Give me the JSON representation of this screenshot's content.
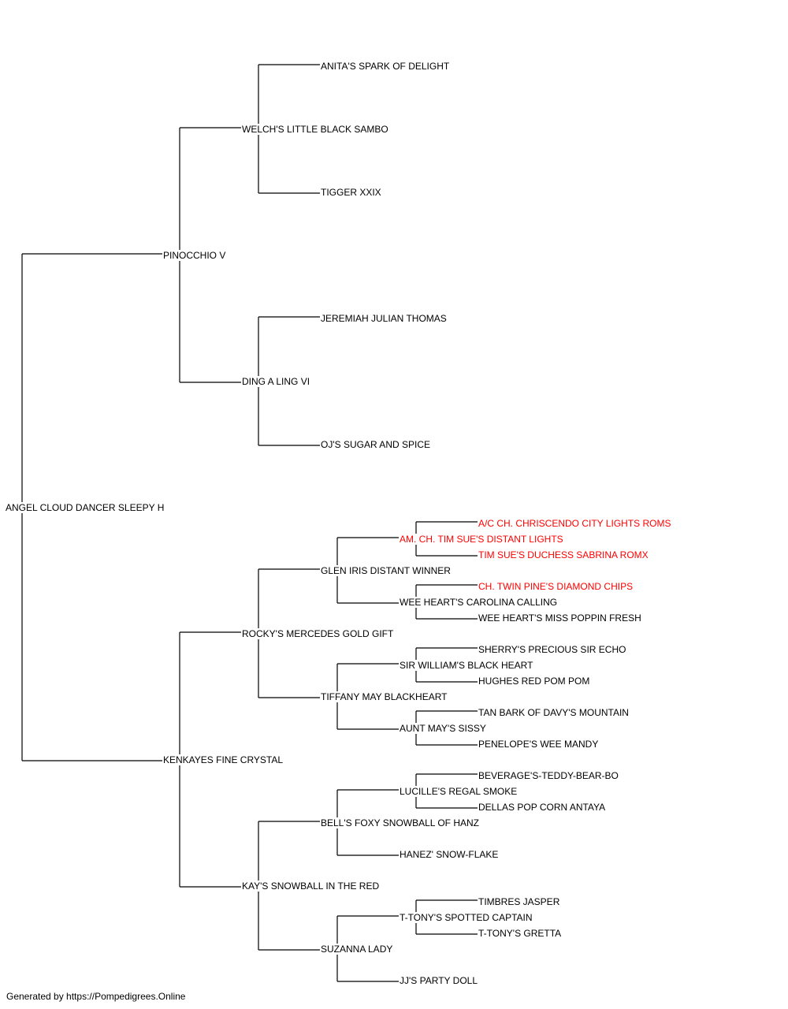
{
  "pedigree": {
    "subject": "ANGEL CLOUD DANCER SLEEPY H",
    "sire": {
      "name": "PINOCCHIO V",
      "sire": {
        "name": "WELCH'S LITTLE BLACK SAMBO",
        "sire": "ANITA'S SPARK OF DELIGHT",
        "dam": "TIGGER XXIX"
      },
      "dam": {
        "name": "DING A LING VI",
        "sire": "JEREMIAH JULIAN THOMAS",
        "dam": "OJ'S SUGAR AND SPICE"
      }
    },
    "dam": {
      "name": "KENKAYES FINE CRYSTAL",
      "sire": {
        "name": "ROCKY'S MERCEDES GOLD GIFT",
        "sire": {
          "name": "GLEN IRIS DISTANT WINNER",
          "sire": {
            "name": "AM. CH. TIM SUE'S DISTANT LIGHTS",
            "sire": "A/C CH. CHRISCENDO CITY LIGHTS ROMS",
            "dam": "TIM SUE'S DUCHESS SABRINA ROMX"
          },
          "dam": {
            "name": "WEE HEART'S CAROLINA CALLING",
            "sire": "CH. TWIN PINE'S DIAMOND CHIPS",
            "dam": "WEE HEART'S MISS POPPIN FRESH"
          }
        },
        "dam": {
          "name": "TIFFANY MAY BLACKHEART",
          "sire": {
            "name": "SIR WILLIAM'S BLACK HEART",
            "sire": "SHERRY'S PRECIOUS SIR ECHO",
            "dam": "HUGHES RED POM POM"
          },
          "dam": {
            "name": "AUNT MAY'S SISSY",
            "sire": "TAN BARK OF DAVY'S MOUNTAIN",
            "dam": "PENELOPE'S WEE MANDY"
          }
        }
      },
      "dam": {
        "name": "KAY'S SNOWBALL IN THE RED",
        "sire": {
          "name": "BELL'S FOXY SNOWBALL OF HANZ",
          "sire": {
            "name": "LUCILLE'S REGAL SMOKE",
            "sire": "BEVERAGE'S-TEDDY-BEAR-BO",
            "dam": "DELLAS POP CORN ANTAYA"
          },
          "dam": "HANEZ' SNOW-FLAKE"
        },
        "dam": {
          "name": "SUZANNA LADY",
          "sire": {
            "name": "T-TONY'S SPOTTED CAPTAIN",
            "sire": "TIMBRES JASPER",
            "dam": "T-TONY'S GRETTA"
          },
          "dam": "JJ'S PARTY DOLL"
        }
      }
    }
  },
  "footer": "Generated by https://Pompedigrees.Online",
  "colors": {
    "text": "#000000",
    "champion_line": "#ff0000",
    "connector": "#000000"
  }
}
